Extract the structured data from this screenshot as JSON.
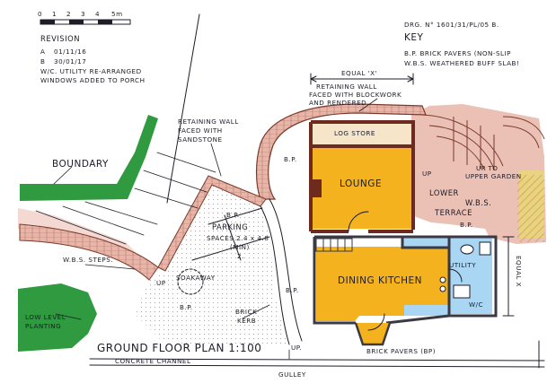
{
  "scale_bar": {
    "ticks": [
      "0",
      "1",
      "2",
      "3",
      "4",
      "5m"
    ]
  },
  "revision": {
    "heading": "REVISION",
    "entries": [
      {
        "letter": "A",
        "date": "01/11/16"
      },
      {
        "letter": "B",
        "date": "30/01/17"
      }
    ],
    "notes": [
      "W/C. UTILITY RE-ARRANGED",
      "WINDOWS ADDED TO PORCH"
    ]
  },
  "drawing_number": "DRG. N° 1601/31/PL/05 B.",
  "key": {
    "heading": "KEY",
    "lines": [
      "B.P. BRICK PAVERS (NON-SLIP",
      "W.B.S. WEATHERED BUFF SLAB!"
    ]
  },
  "dimension_top": "EQUAL 'X'",
  "dimension_right": "EQUAL X",
  "retaining_wall_right": [
    "RETAINING WALL",
    "FACED WITH BLOCKWORK",
    "AND RENDERED"
  ],
  "retaining_wall_left": [
    "RETAINING WALL",
    "FACED WITH",
    "SANDSTONE"
  ],
  "boundary": "BOUNDARY",
  "rooms": {
    "log_store": "LOG STORE",
    "lounge": "LOUNGE",
    "dining_kitchen": "DINING KITCHEN",
    "utility": "UTILITY",
    "wc": "W/C"
  },
  "terrace": [
    "LOWER",
    "W.B.S.",
    "TERRACE"
  ],
  "upper_garden": [
    "UP TO",
    "UPPER GARDEN"
  ],
  "bp_labels": [
    "B.P.",
    "B.P.",
    "B.P.",
    "B.P."
  ],
  "parking": [
    "B.P.",
    "PARKING",
    "SPACES 2.4 x 4.8",
    "(MIN)",
    "2."
  ],
  "soakaway": "SOAKAWAY",
  "brick_kerb": [
    "BRICK",
    "KERB"
  ],
  "steps": "W.B.S. STEPS.",
  "up_marks": [
    "UP",
    "UP",
    "UP."
  ],
  "low_planting": [
    "LOW LEVEL",
    "PLANTING"
  ],
  "title": "GROUND FLOOR PLAN 1:100",
  "brick_pavers_note": "BRICK PAVERS (BP)",
  "channel": "CONCRETE CHANNEL",
  "gulley": "GULLEY",
  "colors": {
    "rooms_yellow": "#f4b31e",
    "wc_blue": "#a9d6f3",
    "lawn_green": "#2f9a3f",
    "brick_pink": "#e8b5a8",
    "walls": "#6e2a1e",
    "ink": "#1d1d28"
  }
}
